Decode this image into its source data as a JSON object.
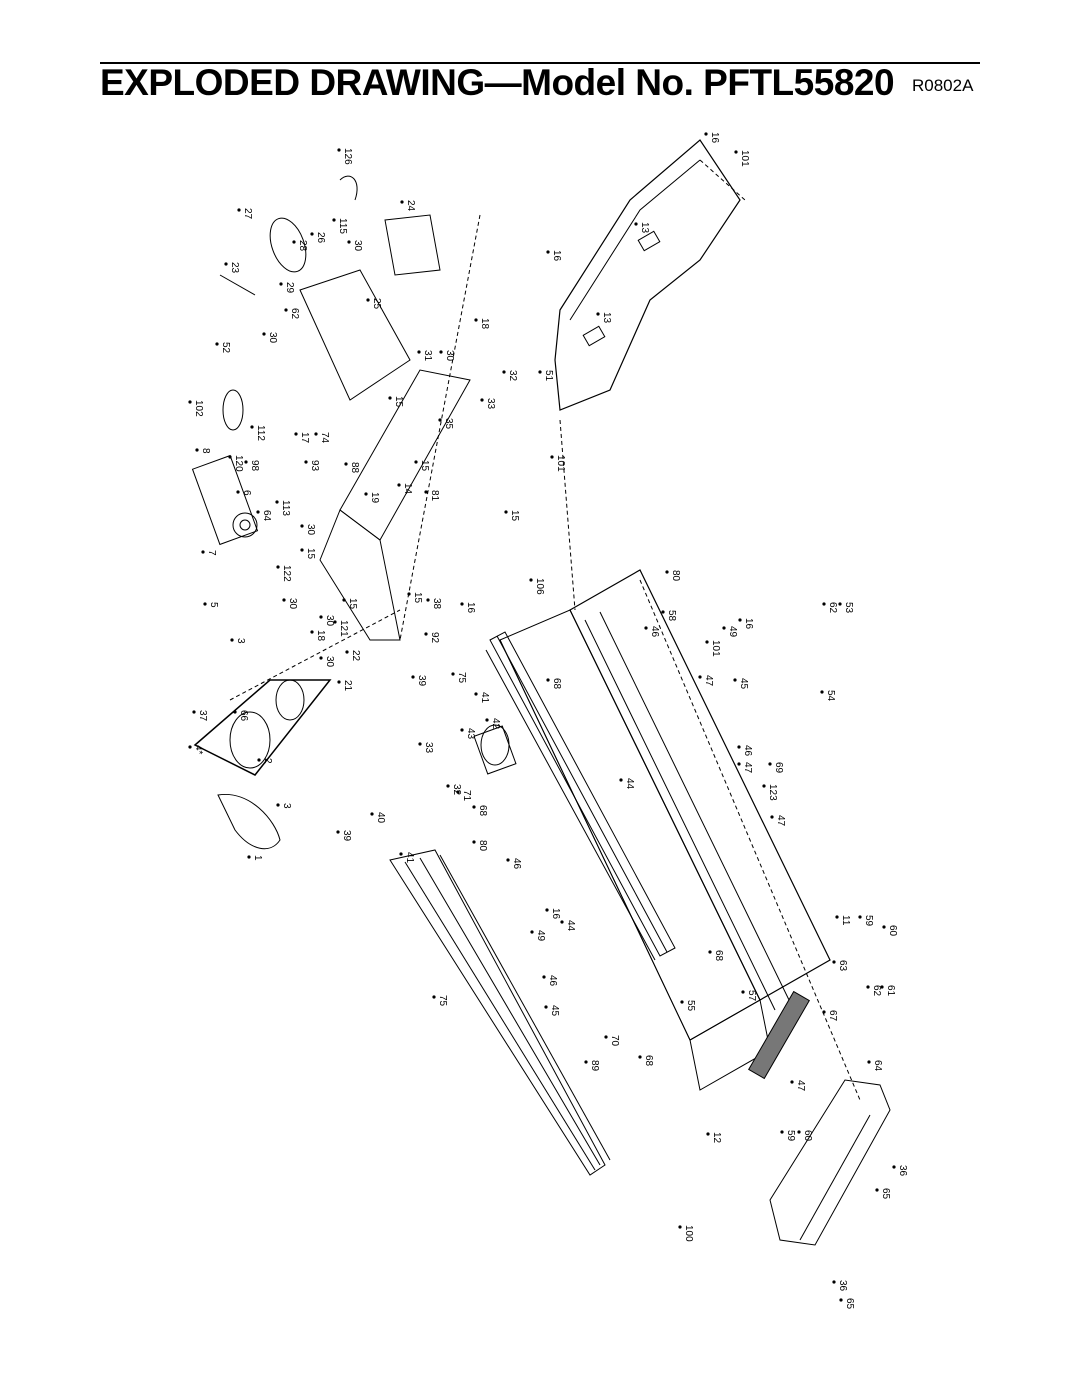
{
  "header": {
    "title": "EXPLODED DRAWING—Model No. PFTL55820",
    "code": "R0802A"
  },
  "labels": [
    "126",
    "16",
    "101",
    "24",
    "27",
    "115",
    "26",
    "28",
    "30",
    "23",
    "13",
    "16",
    "29",
    "62",
    "25",
    "52",
    "30",
    "18",
    "13",
    "30",
    "31",
    "51",
    "102",
    "32",
    "15",
    "33",
    "35",
    "112",
    "17",
    "74",
    "8",
    "120",
    "98",
    "93",
    "88",
    "6",
    "15",
    "14",
    "81",
    "15",
    "101",
    "113",
    "64",
    "30",
    "19",
    "15",
    "30",
    "7",
    "15",
    "122",
    "106",
    "5",
    "30",
    "38",
    "16",
    "80",
    "18",
    "121",
    "92",
    "3",
    "15",
    "30",
    "22",
    "21",
    "39",
    "75",
    "58",
    "46",
    "16",
    "62",
    "53",
    "49",
    "101",
    "68",
    "41",
    "47",
    "45",
    "54",
    "37",
    "66",
    "43",
    "42",
    "4*",
    "33",
    "46",
    "47",
    "69",
    "2",
    "3",
    "32",
    "44",
    "123",
    "71",
    "39",
    "40",
    "68",
    "47",
    "41",
    "80",
    "46",
    "49",
    "16",
    "11",
    "59",
    "60",
    "44",
    "68",
    "63",
    "46",
    "62",
    "61",
    "45",
    "57",
    "55",
    "67",
    "70",
    "89",
    "68",
    "64",
    "47",
    "75",
    "59",
    "60",
    "12",
    "36",
    "65",
    "100",
    "36",
    "65",
    "1"
  ]
}
